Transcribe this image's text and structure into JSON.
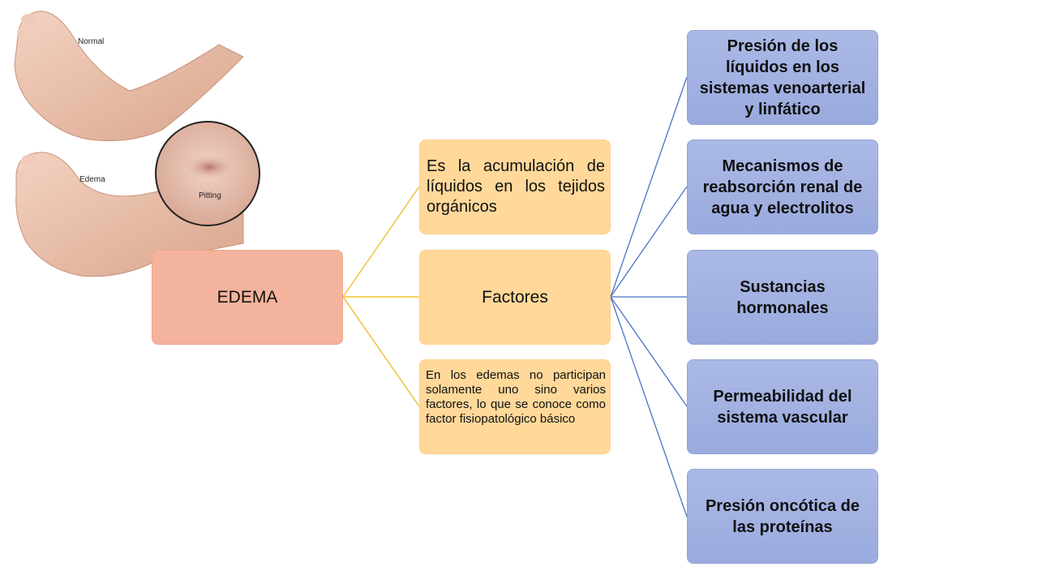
{
  "illustration": {
    "label_normal": "Normal",
    "label_edema": "Edema",
    "label_pitting": "Pitting"
  },
  "root": {
    "label": "EDEMA"
  },
  "middle": {
    "definition": "Es la acumulación de líquidos en los tejidos orgánicos",
    "factors": "Factores",
    "note": "En los edemas no participan solamente uno sino varios factores, lo que se conoce como factor fisiopatológico básico"
  },
  "leaves": [
    {
      "label": "Presión de los líquidos en los sistemas venoarterial y linfático"
    },
    {
      "label": "Mecanismos de reabsorción renal de agua y electrolitos"
    },
    {
      "label": "Sustancias hormonales"
    },
    {
      "label": "Permeabilidad del sistema vascular"
    },
    {
      "label": "Presión oncótica de las proteínas"
    }
  ],
  "colors": {
    "root_fill": "#f4b39c",
    "middle_fill": "#ffd89a",
    "leaf_fill": "#a3b3e2",
    "root_connector": "#f2c335",
    "leaf_connector": "#4a72c4"
  }
}
